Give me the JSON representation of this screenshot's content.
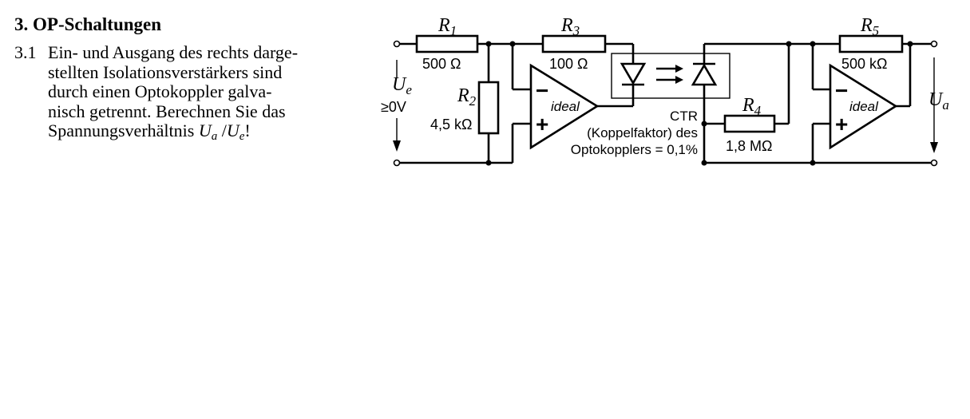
{
  "heading": "3. OP-Schaltungen",
  "task": {
    "number": "3.1",
    "lines": [
      "Ein- und Ausgang des rechts darge-",
      "stellten Isolationsverstärkers sind",
      "durch einen Optokoppler galva-",
      "nisch getrennt. Berechnen Sie das"
    ],
    "last_line_prefix": "Spannungsverhältnis ",
    "ratio": {
      "num_symbol": "U",
      "num_sub": "a",
      "slash": " /",
      "den_symbol": "U",
      "den_sub": "e",
      "suffix": "!"
    }
  },
  "circuit": {
    "resistors": [
      {
        "symbol": "R",
        "index": "1",
        "value": "500 Ω"
      },
      {
        "symbol": "R",
        "index": "2",
        "value": "4,5 kΩ"
      },
      {
        "symbol": "R",
        "index": "3",
        "value": "100 Ω"
      },
      {
        "symbol": "R",
        "index": "4",
        "value": "1,8 MΩ"
      },
      {
        "symbol": "R",
        "index": "5",
        "value": "500 kΩ"
      }
    ],
    "opamp_label": "ideal",
    "minus_sign": "−",
    "plus_sign": "+",
    "input": {
      "symbol": "U",
      "sub": "e",
      "condition": "≥0V"
    },
    "output": {
      "symbol": "U",
      "sub": "a"
    },
    "ctr_note": [
      "CTR",
      "(Koppelfaktor) des",
      "Optokopplers = 0,1%"
    ]
  }
}
